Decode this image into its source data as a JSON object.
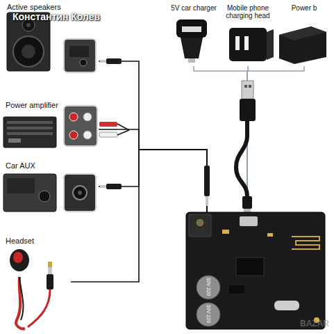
{
  "diagram": {
    "nodes": [
      {
        "text": [
          "Active speakers"
        ]
      },
      {
        "text": [
          "Power amplifier"
        ]
      },
      {
        "text": [
          "Car AUX"
        ]
      },
      {
        "text": [
          "Headset"
        ]
      },
      {
        "text": [
          "5V car charger"
        ]
      },
      {
        "text": [
          "Mobile phone charging head"
        ]
      },
      {
        "text": [
          "Power b"
        ]
      },
      {
        "text": [
          "10V 220",
          "10V 220"
        ]
      }
    ],
    "edges": [
      {
        "from": 0,
        "to": 7,
        "arrow": "none"
      },
      {
        "from": 1,
        "to": 7,
        "arrow": "none"
      },
      {
        "from": 2,
        "to": 7,
        "arrow": "none"
      },
      {
        "from": 3,
        "to": 7,
        "arrow": "none"
      },
      {
        "from": 4,
        "to": 7,
        "arrow": "none"
      },
      {
        "from": 5,
        "to": 7,
        "arrow": "none"
      },
      {
        "from": 6,
        "to": 7,
        "arrow": "none"
      }
    ],
    "labels": [
      "Константин Колев",
      "BAZAR"
    ]
  }
}
